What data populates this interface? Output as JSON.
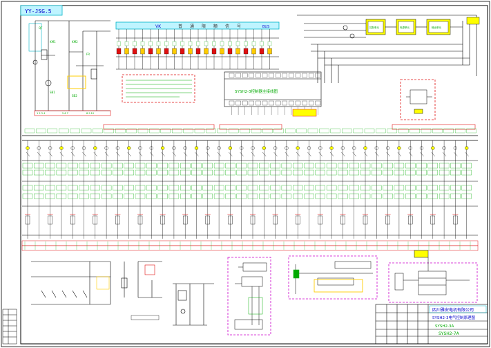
{
  "drawing": {
    "sheet_code": "YY-JSG.5",
    "vk_label": "VK",
    "bus_header_chars": [
      "普",
      "通",
      "限",
      "额",
      "信",
      "号"
    ],
    "bus_header_code": "BUS",
    "controller_title": "SYSH2-3控制器主接线图",
    "box_labels": [
      "控制单元",
      "电源单元",
      "输出单元"
    ]
  },
  "title_block": {
    "company": "四川雅安电机有限公司",
    "project": "SYSH2-3电气控制原理图",
    "drawing_no": "SYSH2-3A",
    "code": "SYSH2-7A"
  },
  "colors": {
    "line_black": "#000000",
    "line_blue": "#1a1aff",
    "text_green": "#00aa00",
    "accent_red": "#e01010",
    "accent_magenta": "#cc00cc",
    "accent_cyan": "#00b4c8",
    "fill_yellow": "#ffff00",
    "fill_cyan": "#bff4ff"
  }
}
